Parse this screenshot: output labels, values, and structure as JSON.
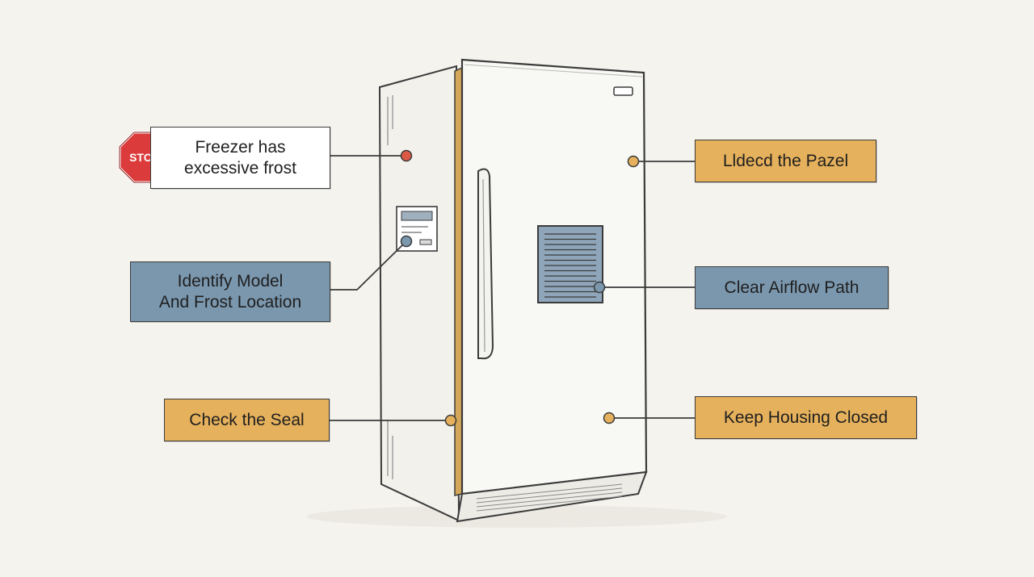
{
  "colors": {
    "background": "#f5f3ee",
    "white_box": "#ffffff",
    "blue_box": "#7b97ae",
    "orange_box": "#e6b15c",
    "stop_red": "#dc3b3b",
    "outline": "#3b3b3b"
  },
  "stop_sign": {
    "text": "STOP",
    "icon": "stop-sign-icon"
  },
  "labels": {
    "frost": "Freezer has\nexcessive frost",
    "identify": "Identify Model\nAnd Frost Location",
    "seal": "Check the Seal",
    "panel": "Lldecd the Pazel",
    "airflow": "Clear Airflow Path",
    "housing": "Keep Housing Closed"
  }
}
